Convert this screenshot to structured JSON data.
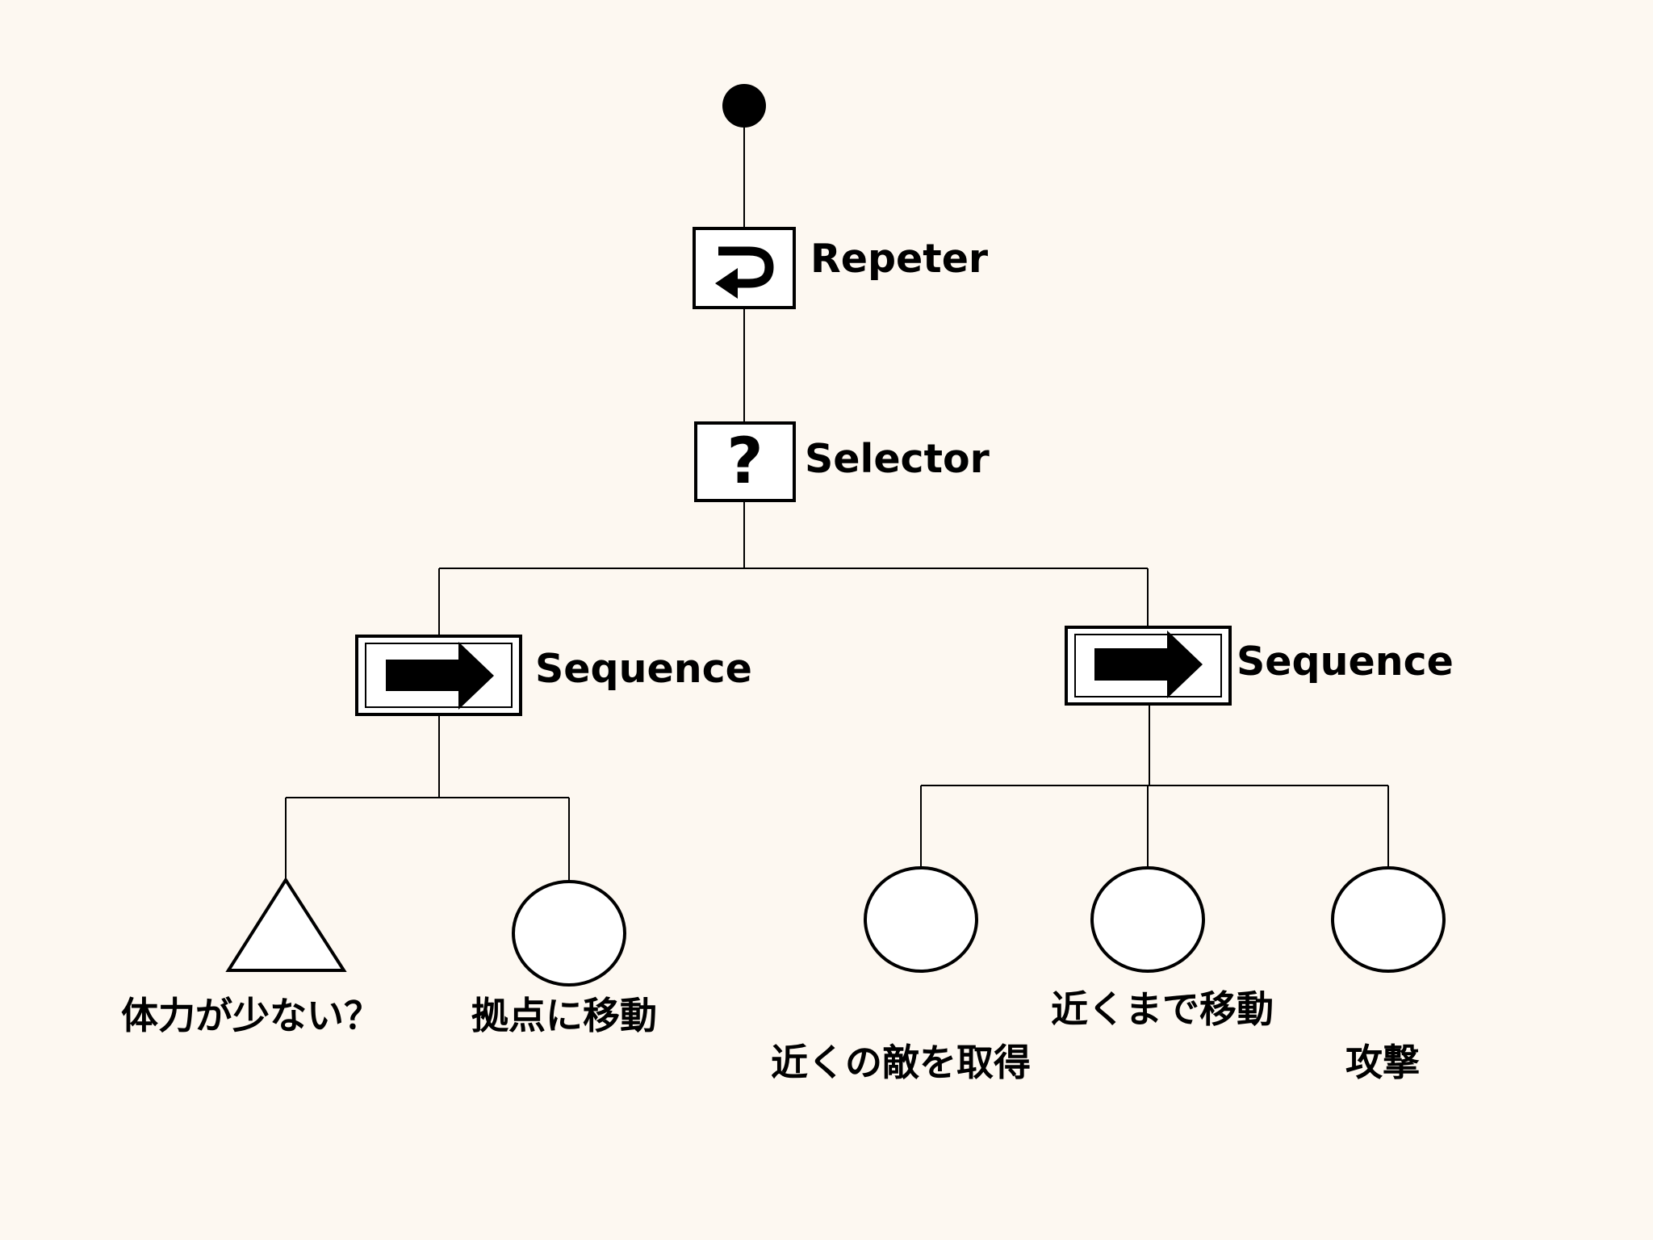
{
  "tree": {
    "root": {
      "node_type": "root"
    },
    "repeater": {
      "node_type": "decorator",
      "label": "Repeter",
      "icon": "loop-arrow-icon"
    },
    "selector": {
      "node_type": "selector",
      "label": "Selector",
      "icon": "question-mark-icon"
    },
    "sequence_left": {
      "node_type": "sequence",
      "label": "Sequence",
      "icon": "right-arrow-icon",
      "children": [
        {
          "node_type": "condition",
          "shape": "triangle",
          "label": "体力が少ない？"
        },
        {
          "node_type": "action",
          "shape": "circle",
          "label": "拠点に移動"
        }
      ]
    },
    "sequence_right": {
      "node_type": "sequence",
      "label": "Sequence",
      "icon": "right-arrow-icon",
      "children": [
        {
          "node_type": "action",
          "shape": "circle",
          "label": "近くの敵を取得"
        },
        {
          "node_type": "action",
          "shape": "circle",
          "label": "近くまで移動"
        },
        {
          "node_type": "action",
          "shape": "circle",
          "label": "攻撃"
        }
      ]
    }
  },
  "colors": {
    "background": "#fdf8f1",
    "stroke": "#000000",
    "fill": "#ffffff"
  }
}
